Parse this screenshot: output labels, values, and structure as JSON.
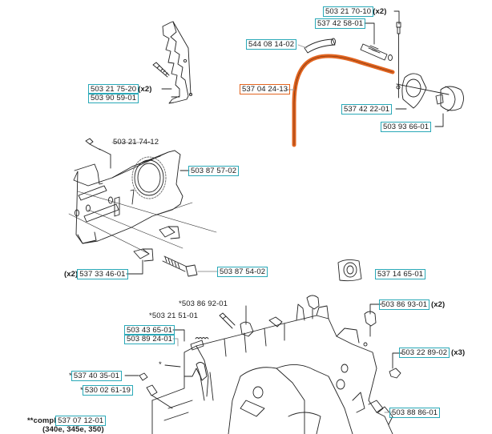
{
  "diagram": {
    "accent_box_color": "#2aa9b8",
    "highlight_box_color": "#e2641f",
    "fuel_hose_color": "#e2641f",
    "labels": {
      "bumper_screw": {
        "part": "503 21 75-20",
        "qty": "(x2)"
      },
      "bumper_spike": {
        "part": "503 90 59-01"
      },
      "tank_screw": {
        "part": "503 21 70-10",
        "qty": "(x2)"
      },
      "filter_hose": {
        "part": "537 42 58-01"
      },
      "hose_sleeve": {
        "part": "544 08 14-02"
      },
      "fuel_hose": {
        "part": "537 04 24-13"
      },
      "tank_vent": {
        "part": "537 42 22-01"
      },
      "fuel_cap": {
        "part": "503 93 66-01"
      },
      "cover_screw": {
        "part": "503 21 74-12"
      },
      "clutch_cover": {
        "part": "503 87 57-02"
      },
      "bar_nut": {
        "part": "537 33 46-01",
        "qty": "(x2)"
      },
      "bar_bolt": {
        "part": "503 87 54-02"
      },
      "grommet": {
        "part": "537 14 65-01"
      },
      "vibration_damper_top": {
        "part": "503 86 92-01",
        "prefix": "*"
      },
      "damper_screw": {
        "part": "503 21 51-01",
        "prefix": "*"
      },
      "spring": {
        "part": "503 43 65-01"
      },
      "pin": {
        "part": "503 89 24-01"
      },
      "damper_pair": {
        "part": "503 86 93-01",
        "qty": "(x2)"
      },
      "chain_catcher": {
        "part": "503 22 89-02",
        "qty": "(x3)"
      },
      "nut": {
        "part": "537 40 35-01",
        "prefix": "*"
      },
      "screw": {
        "part": "530 02 61-19",
        "prefix": "*"
      },
      "tank_housing": {
        "part": "503 88 86-01"
      },
      "compl": {
        "prefix": "**compl",
        "part": "537 07 12-01",
        "models": "(340e, 345e, 350)"
      },
      "asterisk_mark": "*"
    }
  }
}
